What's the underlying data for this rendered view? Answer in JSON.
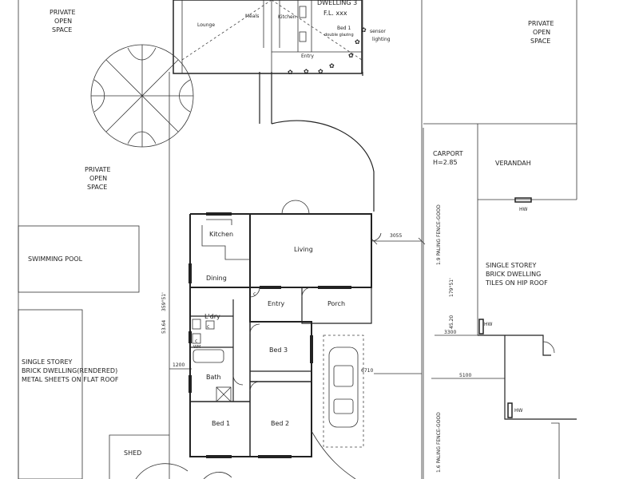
{
  "labels": {
    "pos_top_left": [
      "PRIVATE",
      "OPEN",
      "SPACE"
    ],
    "pos_top_right": [
      "PRIVATE",
      "OPEN",
      "SPACE"
    ],
    "pos_mid_left": [
      "PRIVATE",
      "OPEN",
      "SPACE"
    ],
    "dwelling3": "DWELLING 3",
    "fl": "F.L. xxx",
    "lounge": "Lounge",
    "meals": "Meals",
    "kitchen_top": "Kitchen",
    "bed1_top": "Bed 1",
    "double_glazing": "double glazing",
    "entry_top": "Entry",
    "sensor": [
      "sensor",
      "lighting"
    ],
    "carport": [
      "CARPORT",
      "H=2.85"
    ],
    "verandah": "VERANDAH",
    "hw": "HW",
    "swimming_pool": "SWIMMING POOL",
    "kitchen": "Kitchen",
    "living": "Living",
    "dining": "Dining",
    "entry": "Entry",
    "porch": "Porch",
    "ldry": "L'dry",
    "bed3": "Bed 3",
    "bath": "Bath",
    "bed1": "Bed 1",
    "bed2": "Bed 2",
    "shed": "SHED",
    "single_storey_left": [
      "SINGLE STOREY",
      "BRICK DWELLING(RENDERED)",
      "METAL SHEETS ON FLAT ROOF"
    ],
    "single_storey_right": [
      "SINGLE STOREY",
      "BRICK DWELLING",
      "TILES ON HIP ROOF"
    ],
    "fence_upper": "1.9 PALING FENCE-GOOD",
    "fence_lower": "1.6 PALING FENCE-GOOD",
    "dim_3055": "3055",
    "dim_3300": "3300",
    "dim_5100": "5100",
    "dim_6710": "6710",
    "dim_1200": "1200",
    "dim_5364": "53.64",
    "dim_359": "359°51'",
    "dim_179": "179°51'",
    "dim_4520": "45.20",
    "wm": "WM",
    "c": "c"
  }
}
